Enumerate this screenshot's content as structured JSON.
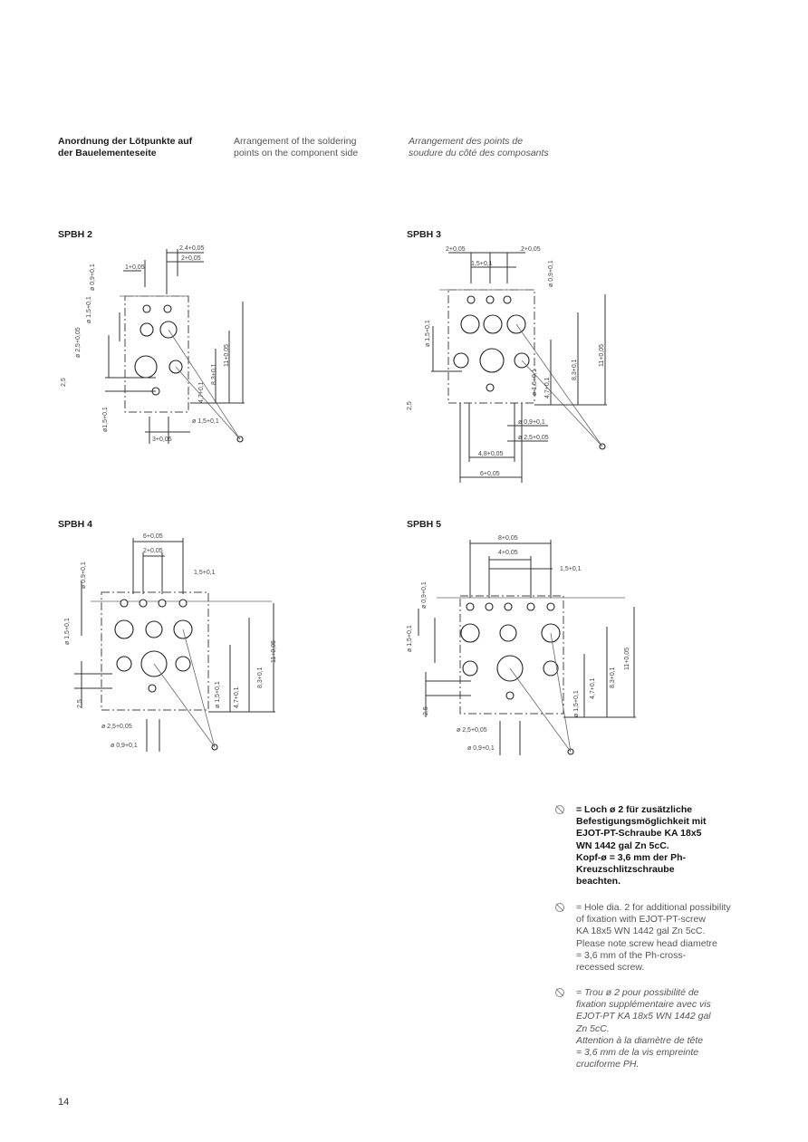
{
  "headings": {
    "de": "Anordnung der Lötpunkte auf\nder Bauelementeseite",
    "en": "Arrangement of the soldering\npoints on the component side",
    "fr": "Arrangement des points de\nsoudure du côté des composants"
  },
  "figures": {
    "spbh2": {
      "title": "SPBH 2",
      "dims": [
        "2,4+0,05",
        "2+0,05",
        "1+0,05",
        "ø 0,9+0,1",
        "ø 1,5+0,1",
        "ø 2,5+0,05",
        "2,5",
        "ø1,5+0,1",
        "3+0,05",
        "ø 1,5+0,1",
        "4,7+0,1",
        "8,3+0,1",
        "11+0,05"
      ]
    },
    "spbh3": {
      "title": "SPBH 3",
      "dims": [
        "2+0,05",
        "2+0,05",
        "1,5+0,1",
        "ø 0,9+0,1",
        "ø 1,5+0,1",
        "2,5",
        "11+0,05",
        "8,3+0,1",
        "4,7+0,1",
        "ø 1,5+0,1",
        "ø 0,9+0,1",
        "ø 2,5+0,05",
        "4,8+0,05",
        "6+0,05"
      ]
    },
    "spbh4": {
      "title": "SPBH 4",
      "dims": [
        "6+0,05",
        "2+0,05",
        "1,5+0,1",
        "ø 0,9+0,1",
        "ø 1,5+0,1",
        "2,5",
        "ø 1,5+0,1",
        "4,7+0,1",
        "8,3+0,1",
        "11+0,05",
        "ø 2,5+0,05",
        "ø 0,9+0,1"
      ]
    },
    "spbh5": {
      "title": "SPBH 5",
      "dims": [
        "8+0,05",
        "4+0,05",
        "1,5+0,1",
        "ø 0,9+0,1",
        "ø 1,5+0,1",
        "2,5",
        "ø 1,5+0,1",
        "4,7+0,1",
        "8,3+0,1",
        "11+0,05",
        "ø 2,5+0,05",
        "ø 0,9+0,1"
      ]
    }
  },
  "notes": {
    "de": "= Loch ø 2 für zusätzliche\nBefestigungsmöglichkeit mit\nEJOT-PT-Schraube KA 18x5\nWN 1442 gal Zn 5cC.\nKopf-ø = 3,6 mm der Ph-\nKreuzschlitzschraube\nbeachten.",
    "en": "= Hole dia. 2 for additional possibility\nof fixation with EJOT-PT-screw\nKA 18x5 WN 1442 gal Zn 5cC.\nPlease note screw head diametre\n= 3,6 mm of the Ph-cross-\nrecessed screw.",
    "fr": "= Trou ø 2 pour possibilité de\nfixation supplémentaire avec vis\nEJOT-PT KA 18x5 WN 1442 gal\nZn 5cC.\nAttention à la diamètre de tête\n= 3,6 mm de la vis empreinte\ncruciforme PH."
  },
  "page_number": "14"
}
